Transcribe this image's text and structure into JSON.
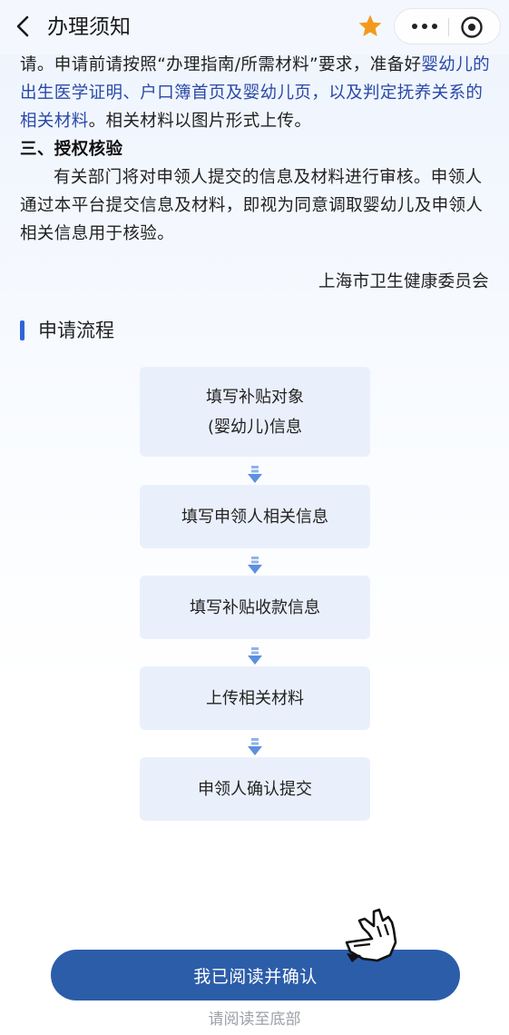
{
  "nav": {
    "title": "办理须知",
    "back_icon": "chevron-left-icon",
    "star_icon": "star-icon",
    "star_color": "#f39a1e",
    "more_icon": "more-dots-icon",
    "close_icon": "target-close-icon"
  },
  "content": {
    "para1_a": "请。申请前请按照“办理指南/所需材料”要求，准备好",
    "para1_link": "婴幼儿的出生医学证明、户口簿首页及婴幼儿页，以及判定抚养关系的相关材料",
    "para1_b": "。相关材料以图片形式上传。",
    "heading3": "三、授权核验",
    "para2": "有关部门将对申领人提交的信息及材料进行审核。申领人通过本平台提交信息及材料，即视为同意调取婴幼儿及申领人相关信息用于核验。",
    "signature": "上海市卫生健康委员会"
  },
  "process": {
    "title": "申请流程",
    "steps": [
      {
        "line1": "填写补贴对象",
        "line2": "(婴幼儿)信息"
      },
      {
        "line1": "填写申领人相关信息"
      },
      {
        "line1": "填写补贴收款信息"
      },
      {
        "line1": "上传相关材料"
      },
      {
        "line1": "申领人确认提交"
      }
    ]
  },
  "footer": {
    "confirm_label": "我已阅读并确认",
    "hint": "请阅读至底部",
    "hand_icon": "pointing-hand-icon"
  },
  "colors": {
    "accent": "#2f63d8",
    "button": "#2c5da9",
    "link": "#2a49a8",
    "step_bg": "#eaf0fb"
  }
}
